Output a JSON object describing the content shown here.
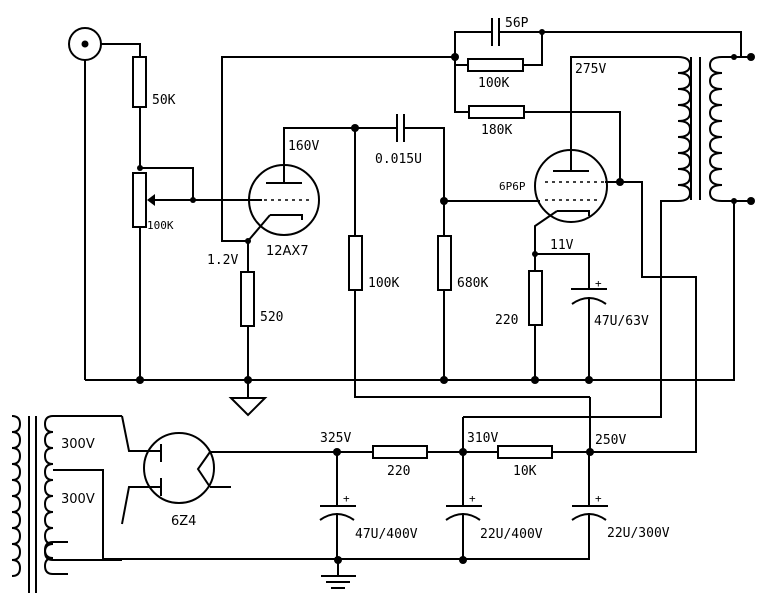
{
  "title": "Single-ended 6P6P tube amplifier schematic",
  "components": {
    "input_resistor": "50K",
    "volume_pot": "100K",
    "preamp_tube": "12AX7",
    "preamp_plate_voltage": "160V",
    "preamp_cathode_voltage": "1.2V",
    "preamp_cathode_resistor": "520",
    "plate_load_resistor": "100K",
    "coupling_cap": "0.015U",
    "grid_leak_resistor": "680K",
    "feedback_cap": "56P",
    "feedback_resistor_1": "100K",
    "feedback_resistor_2": "180K",
    "power_tube": "6P6P",
    "power_plate_voltage": "275V",
    "power_cathode_voltage": "11V",
    "power_cathode_resistor": "220",
    "power_cathode_cap": "47U/63V",
    "rectifier_tube": "6Z4",
    "secondary_1": "300V",
    "secondary_2": "300V",
    "rail_1_voltage": "325V",
    "rail_2_voltage": "310V",
    "rail_3_voltage": "250V",
    "filter_resistor_1": "220",
    "filter_resistor_2": "10K",
    "filter_cap_1": "47U/400V",
    "filter_cap_2": "22U/400V",
    "filter_cap_3": "22U/300V"
  },
  "symbols": {
    "plus": "+"
  }
}
